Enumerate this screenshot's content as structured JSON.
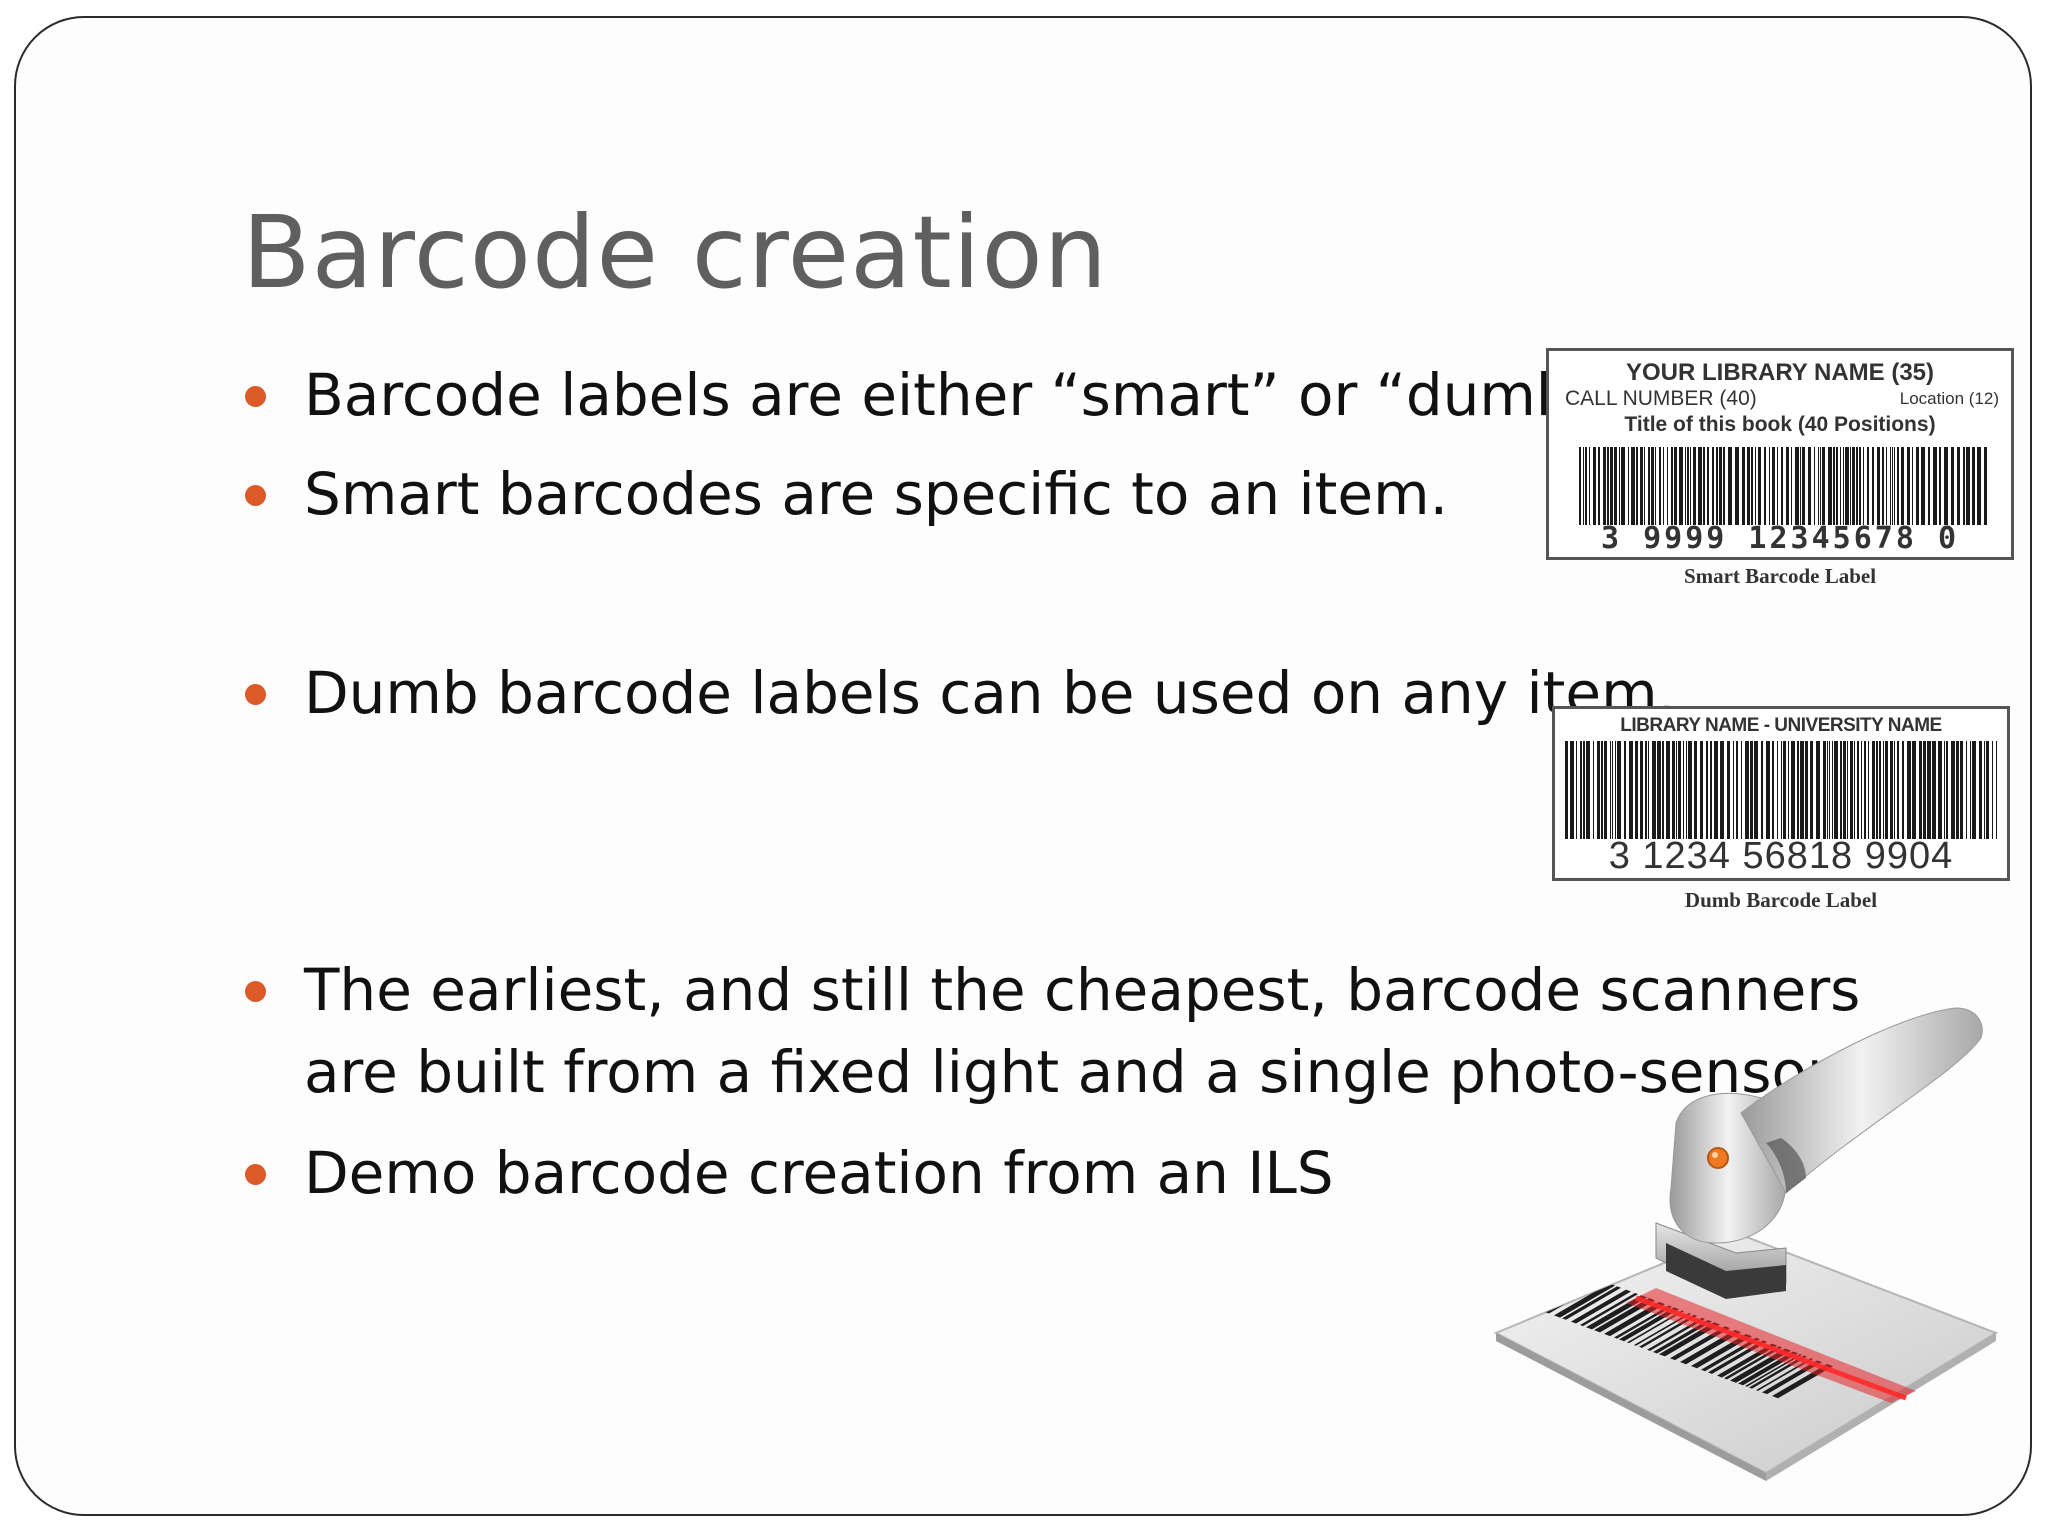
{
  "slide": {
    "title": "Barcode creation",
    "bullets": [
      "Barcode labels are either “smart” or “dumb”.",
      "Smart barcodes are specific to an item.",
      "Dumb barcode labels can be used on any item.",
      "The earliest, and still the cheapest, barcode scanners are built from a fixed light and a single photo-sensor",
      "Demo barcode creation from an ILS"
    ]
  },
  "smart_label": {
    "library_name": "YOUR LIBRARY NAME (35)",
    "call_number": "CALL NUMBER (40)",
    "location": "Location (12)",
    "title_line": "Title of this book (40 Positions)",
    "number": "3 9999 12345678 0",
    "caption": "Smart Barcode Label"
  },
  "dumb_label": {
    "header": "LIBRARY NAME - UNIVERSITY NAME",
    "number": "3 1234 56818 9904",
    "caption": "Dumb Barcode Label"
  },
  "colors": {
    "bullet": "#dc5a28",
    "title": "#5f5f5f",
    "scan_line": "#e8252a"
  },
  "icons": {
    "scanner": "barcode-scanner-icon"
  }
}
